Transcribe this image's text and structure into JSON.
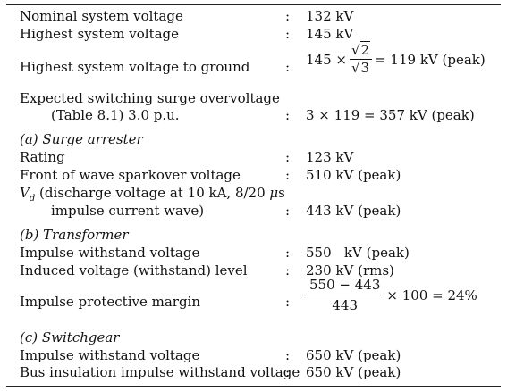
{
  "rows": {
    "nominal_voltage": {
      "label": "Nominal system voltage",
      "value": "132 kV"
    },
    "highest_voltage": {
      "label": "Highest system voltage",
      "value": "145 kV"
    },
    "highest_to_ground": {
      "label": "Highest system voltage to ground",
      "value_prefix": "145 ×",
      "num_sqrt": "√",
      "num_radicand": "2",
      "den_sqrt": "√",
      "den_radicand": "3",
      "value_suffix": "= 119 kV (peak)"
    },
    "switching_surge": {
      "label_line1": "Expected switching surge overvoltage",
      "label_line2": "(Table 8.1) 3.0 p.u.",
      "value": "3 × 119 = 357 kV (peak)"
    }
  },
  "surge_arrester": {
    "heading": "(a)  Surge arrester",
    "rating": {
      "label": "Rating",
      "value": "123 kV"
    },
    "front_of_wave": {
      "label": "Front of wave sparkover voltage",
      "value": "510 kV (peak)"
    },
    "discharge": {
      "label_symbol": "V",
      "label_subscript": "d",
      "label_line1_rest": " (discharge voltage at 10 kA, 8/20 ",
      "label_mu": "μ",
      "label_unit": "s",
      "label_line2": "impulse current wave)",
      "value": "443 kV (peak)"
    }
  },
  "transformer": {
    "heading": "(b)  Transformer",
    "impulse_withstand": {
      "label": "Impulse withstand voltage",
      "value": "550   kV (peak)"
    },
    "induced_voltage": {
      "label": "Induced voltage (withstand) level",
      "value": "230 kV (rms)"
    },
    "protective_margin": {
      "label": "Impulse protective margin",
      "numerator": "550 − 443",
      "denominator": "443",
      "value_suffix": "× 100 = 24%"
    }
  },
  "switchgear": {
    "heading": "(c)  Switchgear",
    "impulse_withstand": {
      "label": "Impulse withstand voltage",
      "value": "650 kV (peak)"
    },
    "bus_insulation": {
      "label": "Bus insulation impulse withstand voltage",
      "value": "650 kV (peak)"
    }
  },
  "colon": ":"
}
